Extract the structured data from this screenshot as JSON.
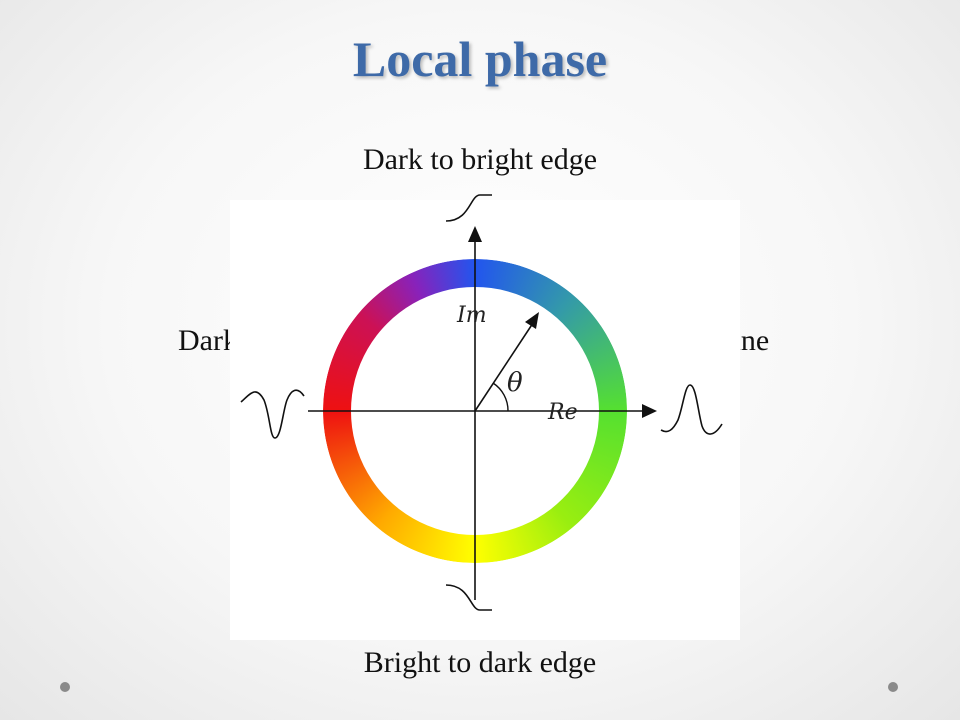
{
  "title": "Local phase",
  "labels": {
    "top": "Dark to bright edge",
    "bottom": "Bright to dark edge",
    "left": "Dark line",
    "right": "Bright line"
  },
  "axes": {
    "imaginary": "Im",
    "real": "Re",
    "angle": "θ"
  },
  "colors": {
    "title": "#3e6aa8",
    "ring_top": "#2255ee",
    "ring_right": "#55e030",
    "ring_bottom": "#ffff00",
    "ring_left": "#ee1111",
    "ring_upper_left": "#8822bb"
  },
  "icons": {
    "top": "step-up-icon",
    "bottom": "step-down-icon",
    "left": "dark-line-profile-icon",
    "right": "bright-line-profile-icon"
  }
}
